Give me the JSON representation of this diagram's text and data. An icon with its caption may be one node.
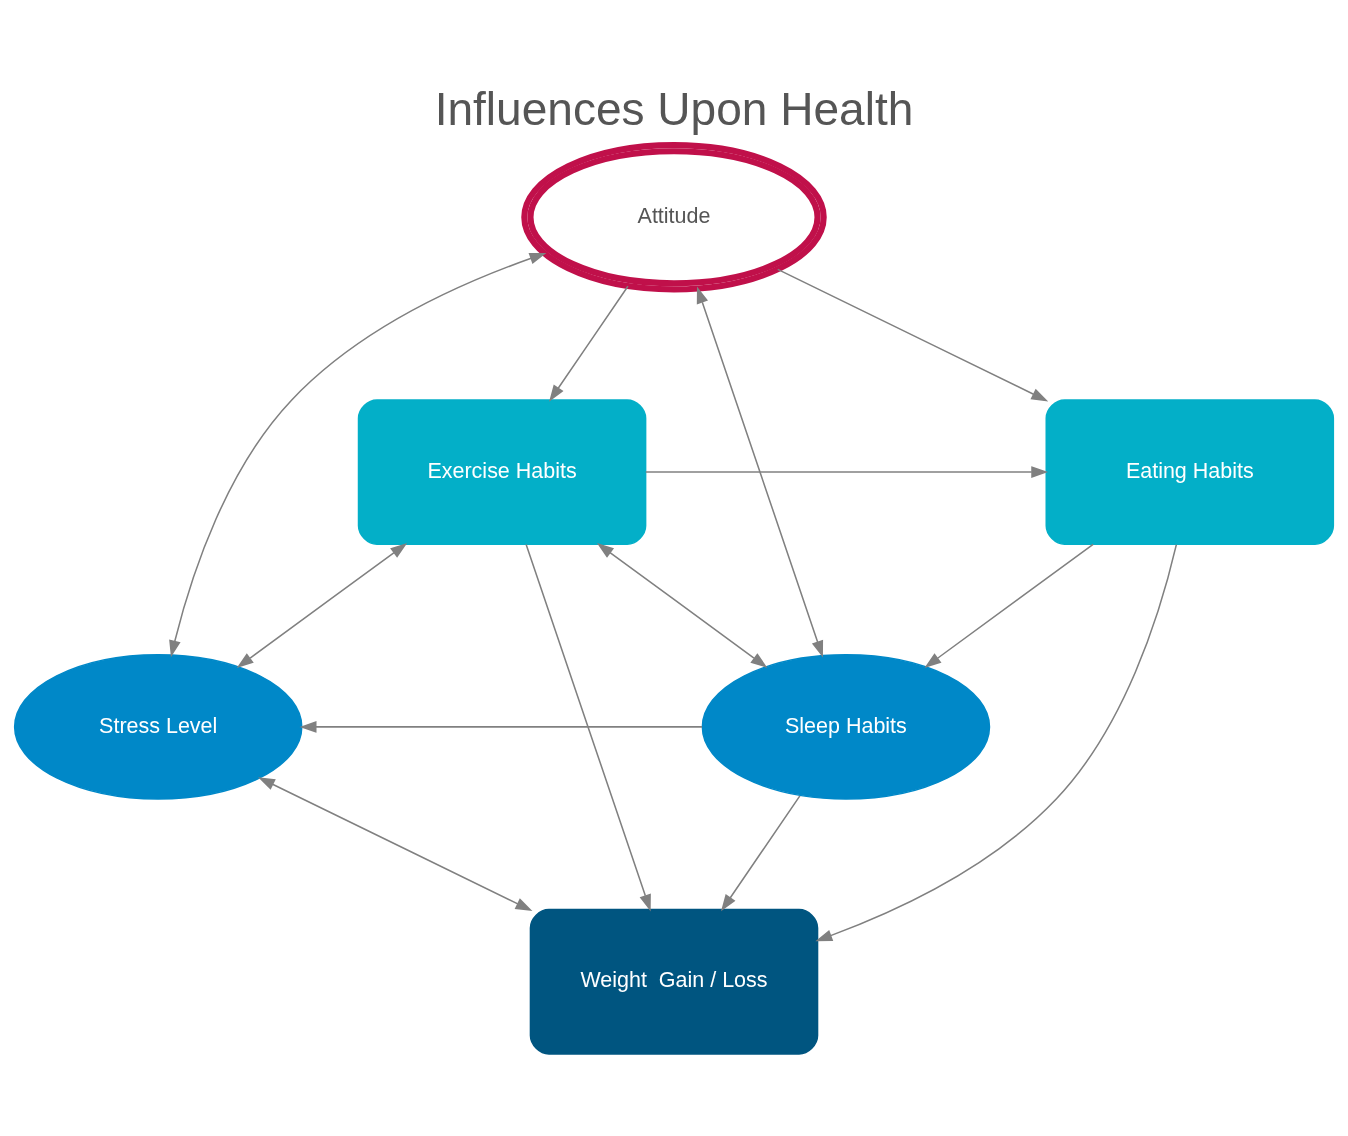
{
  "diagram": {
    "title": "Influences Upon Health",
    "nodes": [
      {
        "text": [
          "Attitude"
        ]
      },
      {
        "text": [
          "Exercise Habits"
        ]
      },
      {
        "text": [
          "Eating Habits"
        ]
      },
      {
        "text": [
          "Stress Level"
        ]
      },
      {
        "text": [
          "Sleep Habits"
        ]
      },
      {
        "text": [
          "Weight  Gain / Loss"
        ]
      }
    ],
    "edges": [
      {
        "from": 0,
        "to": 1,
        "arrow": "to"
      },
      {
        "from": 0,
        "to": 2,
        "arrow": "to"
      },
      {
        "from": 3,
        "to": 0,
        "arrow": "both"
      },
      {
        "from": 4,
        "to": 0,
        "arrow": "both"
      },
      {
        "from": 1,
        "to": 2,
        "arrow": "to"
      },
      {
        "from": 1,
        "to": 3,
        "arrow": "both"
      },
      {
        "from": 1,
        "to": 4,
        "arrow": "both"
      },
      {
        "from": 1,
        "to": 5,
        "arrow": "to"
      },
      {
        "from": 2,
        "to": 5,
        "arrow": "to"
      },
      {
        "from": 2,
        "to": 4,
        "arrow": "to"
      },
      {
        "from": 4,
        "to": 3,
        "arrow": "to"
      },
      {
        "from": 3,
        "to": 5,
        "arrow": "both"
      },
      {
        "from": 4,
        "to": 5,
        "arrow": "to"
      }
    ]
  }
}
